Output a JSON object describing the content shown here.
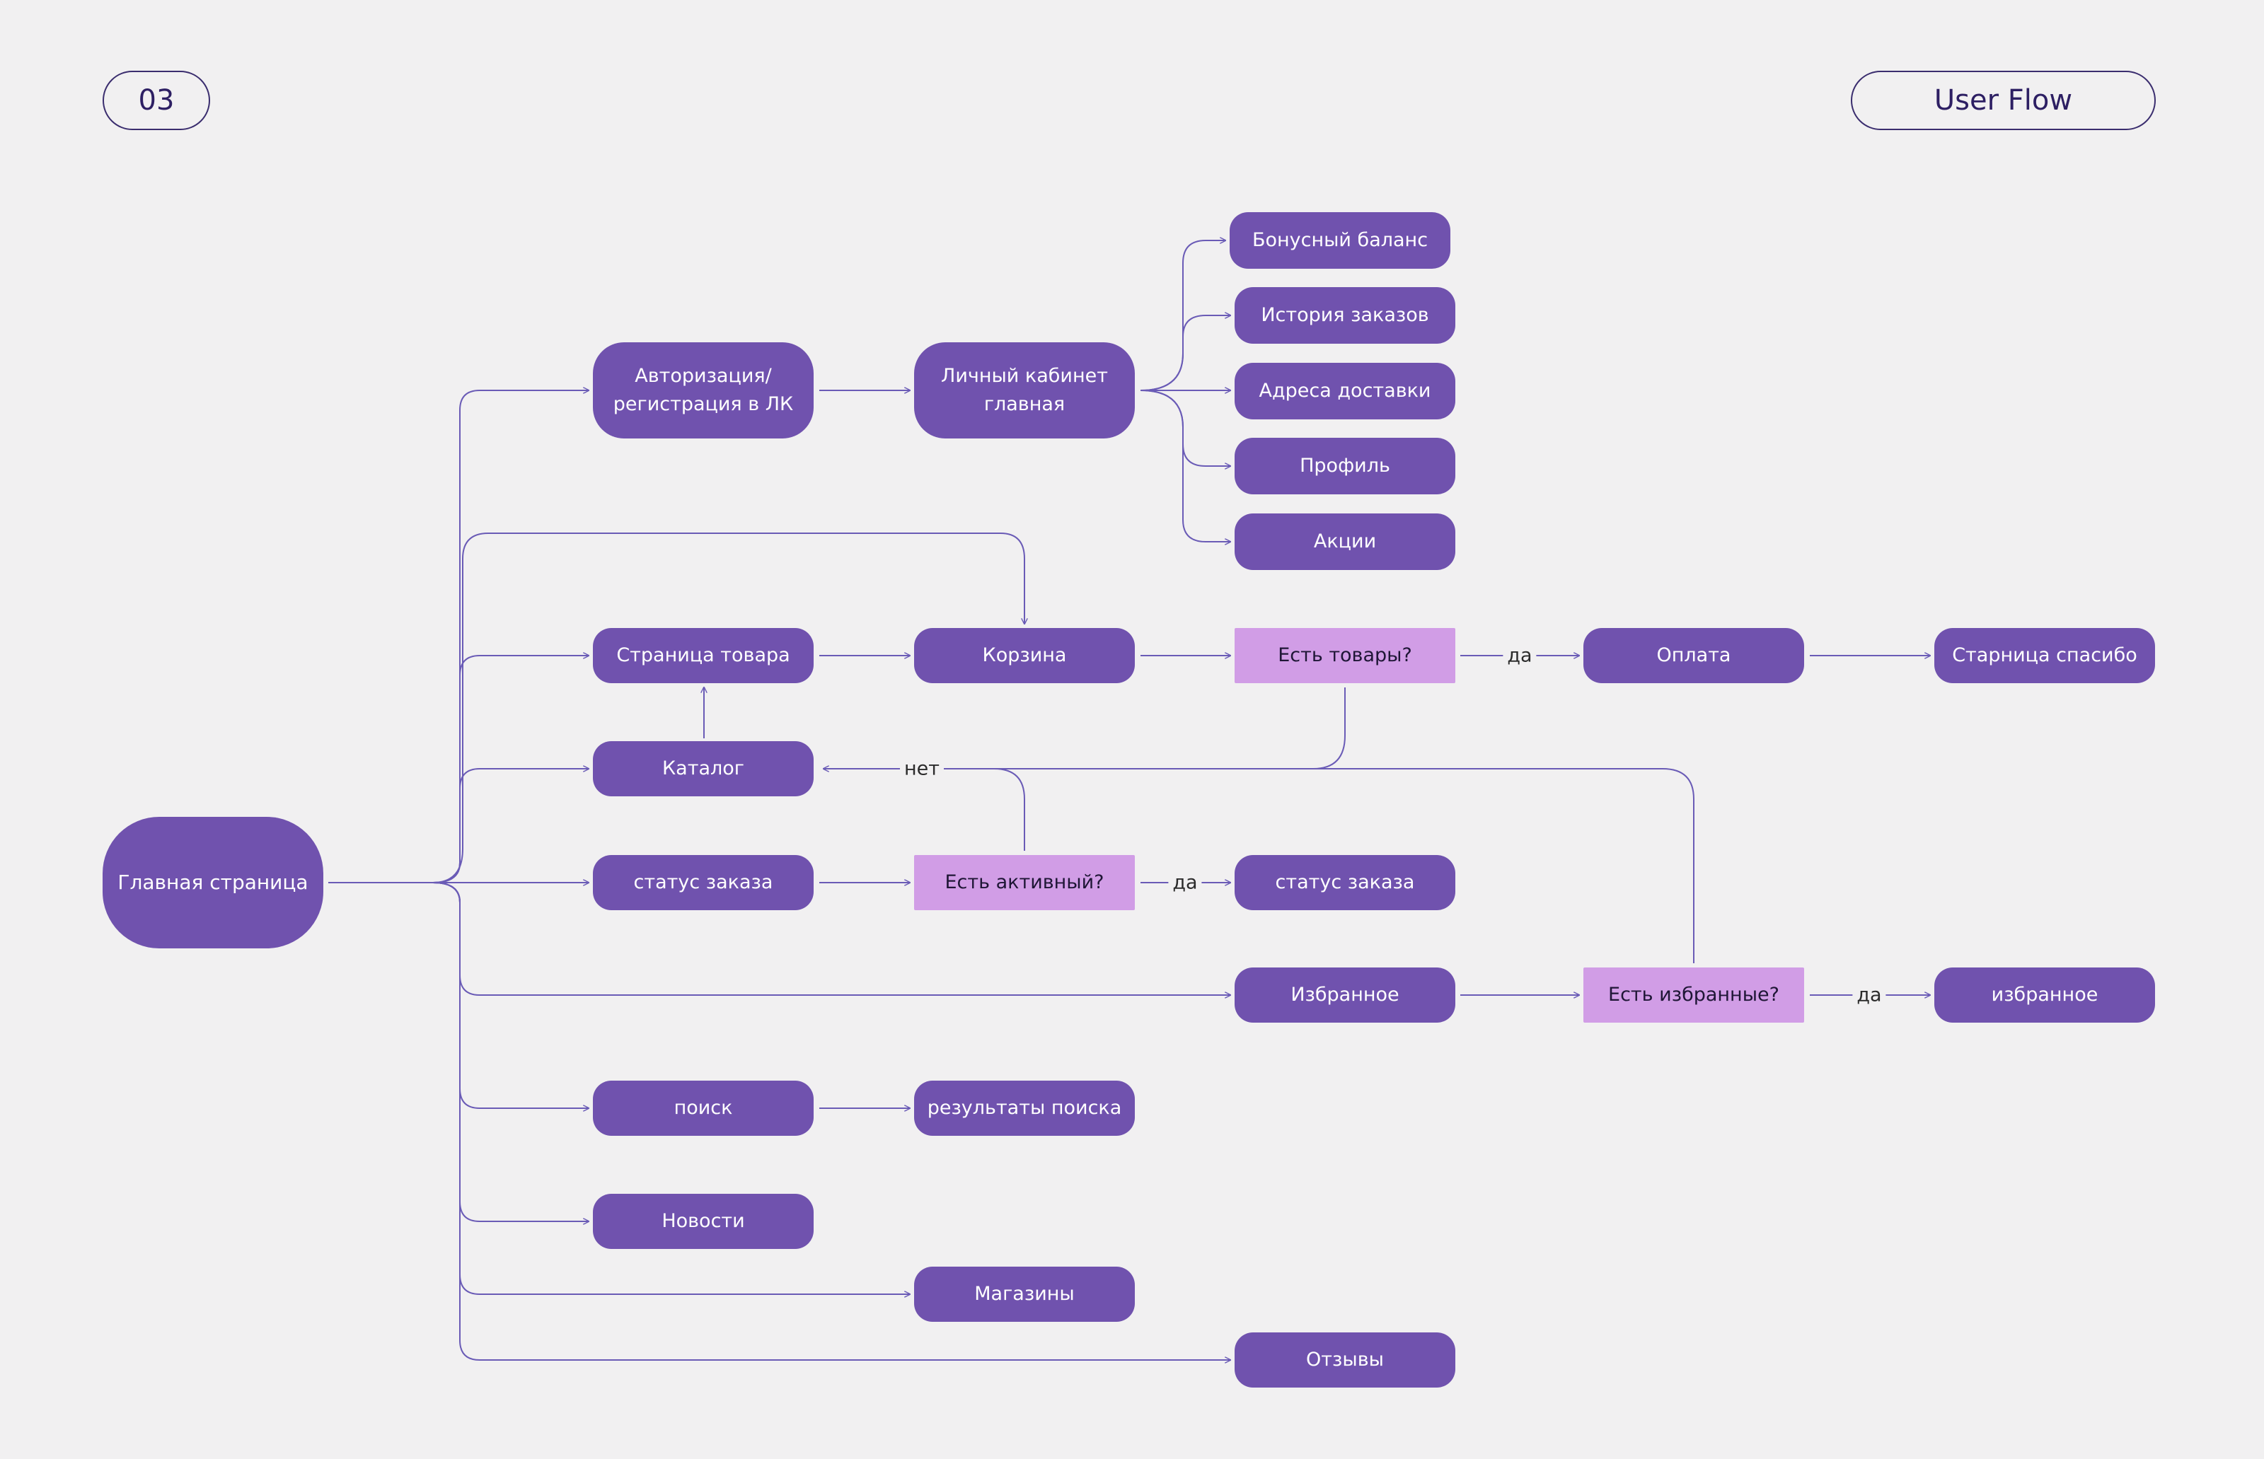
{
  "header": {
    "page_number": "03",
    "title": "User Flow"
  },
  "colors": {
    "node_fill": "#7052ae",
    "decision_fill": "#d19de6",
    "edge": "#6a5bb6",
    "background": "#f1f0f1"
  },
  "nodes": [
    {
      "id": "home",
      "label": "Главная страница",
      "kind": "page"
    },
    {
      "id": "auth",
      "label": "Авторизация/\nрегистрация в ЛК",
      "kind": "page"
    },
    {
      "id": "cabinet",
      "label": "Личный кабинет\nглавная",
      "kind": "page"
    },
    {
      "id": "bonus",
      "label": "Бонусный баланс",
      "kind": "page"
    },
    {
      "id": "history",
      "label": "История заказов",
      "kind": "page"
    },
    {
      "id": "address",
      "label": "Адреса доставки",
      "kind": "page"
    },
    {
      "id": "profile",
      "label": "Профиль",
      "kind": "page"
    },
    {
      "id": "promo",
      "label": "Акции",
      "kind": "page"
    },
    {
      "id": "product",
      "label": "Страница товара",
      "kind": "page"
    },
    {
      "id": "cart",
      "label": "Корзина",
      "kind": "page"
    },
    {
      "id": "has_items",
      "label": "Есть товары?",
      "kind": "decision"
    },
    {
      "id": "payment",
      "label": "Оплата",
      "kind": "page"
    },
    {
      "id": "thanks",
      "label": "Старница спасибо",
      "kind": "page"
    },
    {
      "id": "catalog",
      "label": "Каталог",
      "kind": "page"
    },
    {
      "id": "order_status",
      "label": "статус заказа",
      "kind": "page"
    },
    {
      "id": "has_active",
      "label": "Есть активный?",
      "kind": "decision"
    },
    {
      "id": "order_status2",
      "label": "статус заказа",
      "kind": "page"
    },
    {
      "id": "favorites",
      "label": "Избранное",
      "kind": "page"
    },
    {
      "id": "has_fav",
      "label": "Есть избранные?",
      "kind": "decision"
    },
    {
      "id": "fav_list",
      "label": "избранное",
      "kind": "page"
    },
    {
      "id": "search",
      "label": "поиск",
      "kind": "page"
    },
    {
      "id": "results",
      "label": "результаты поиска",
      "kind": "page"
    },
    {
      "id": "news",
      "label": "Новости",
      "kind": "page"
    },
    {
      "id": "stores",
      "label": "Магазины",
      "kind": "page"
    },
    {
      "id": "reviews",
      "label": "Отзывы",
      "kind": "page"
    }
  ],
  "edges": [
    {
      "from": "home",
      "to": "auth"
    },
    {
      "from": "home",
      "to": "product"
    },
    {
      "from": "home",
      "to": "catalog"
    },
    {
      "from": "home",
      "to": "order_status"
    },
    {
      "from": "home",
      "to": "favorites"
    },
    {
      "from": "home",
      "to": "search"
    },
    {
      "from": "home",
      "to": "news"
    },
    {
      "from": "home",
      "to": "stores"
    },
    {
      "from": "home",
      "to": "reviews"
    },
    {
      "from": "home",
      "to": "cart"
    },
    {
      "from": "auth",
      "to": "cabinet"
    },
    {
      "from": "cabinet",
      "to": "bonus"
    },
    {
      "from": "cabinet",
      "to": "history"
    },
    {
      "from": "cabinet",
      "to": "address"
    },
    {
      "from": "cabinet",
      "to": "profile"
    },
    {
      "from": "cabinet",
      "to": "promo"
    },
    {
      "from": "product",
      "to": "cart"
    },
    {
      "from": "catalog",
      "to": "product"
    },
    {
      "from": "cart",
      "to": "has_items"
    },
    {
      "from": "has_items",
      "to": "payment",
      "label": "да"
    },
    {
      "from": "has_items",
      "to": "catalog",
      "label": "нет"
    },
    {
      "from": "payment",
      "to": "thanks"
    },
    {
      "from": "order_status",
      "to": "has_active"
    },
    {
      "from": "has_active",
      "to": "order_status2",
      "label": "да"
    },
    {
      "from": "has_active",
      "to": "catalog"
    },
    {
      "from": "favorites",
      "to": "has_fav"
    },
    {
      "from": "has_fav",
      "to": "fav_list",
      "label": "да"
    },
    {
      "from": "has_fav",
      "to": "catalog"
    },
    {
      "from": "search",
      "to": "results"
    }
  ]
}
